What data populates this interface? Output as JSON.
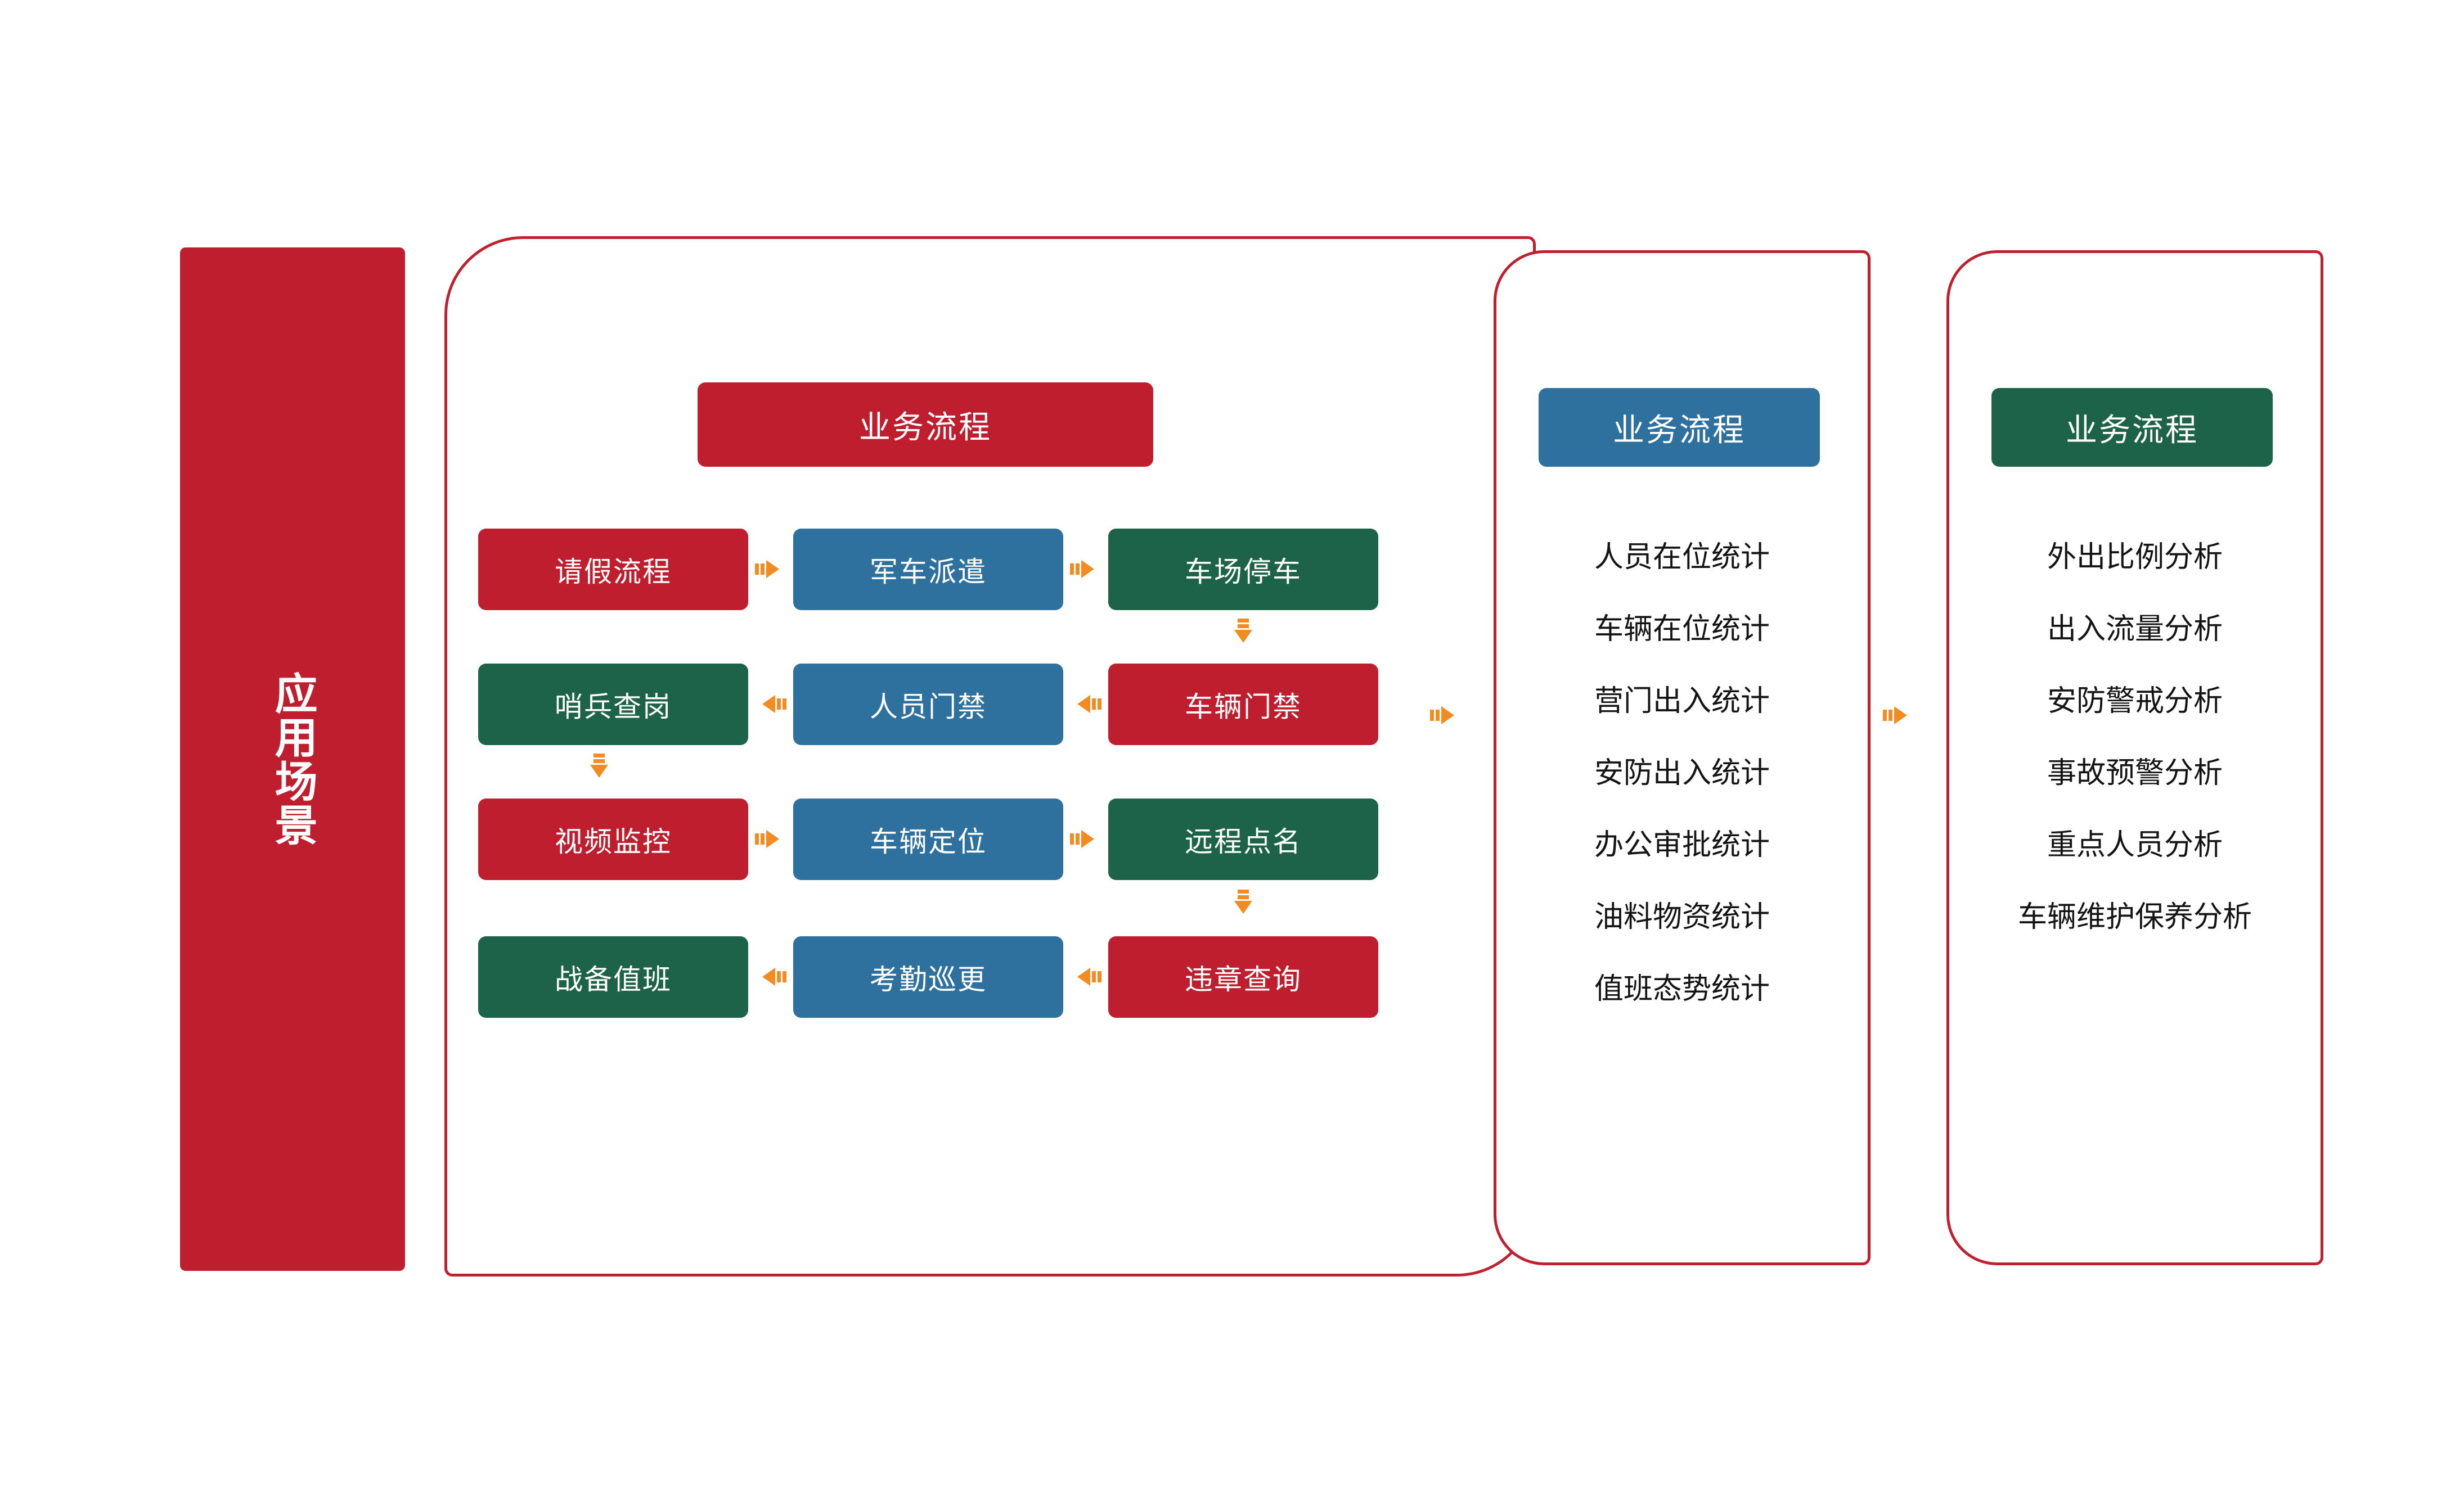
{
  "banner": {
    "label": "应用场景"
  },
  "panels": {
    "process": {
      "header": "业务流程",
      "rows": [
        [
          {
            "label": "请假流程",
            "color": "red"
          },
          {
            "label": "军车派遣",
            "color": "blue"
          },
          {
            "label": "车场停车",
            "color": "green"
          }
        ],
        [
          {
            "label": "哨兵查岗",
            "color": "green"
          },
          {
            "label": "人员门禁",
            "color": "blue"
          },
          {
            "label": "车辆门禁",
            "color": "red"
          }
        ],
        [
          {
            "label": "视频监控",
            "color": "red"
          },
          {
            "label": "车辆定位",
            "color": "blue"
          },
          {
            "label": "远程点名",
            "color": "green"
          }
        ],
        [
          {
            "label": "战备值班",
            "color": "green"
          },
          {
            "label": "考勤巡更",
            "color": "blue"
          },
          {
            "label": "违章查询",
            "color": "red"
          }
        ]
      ]
    },
    "stats": {
      "header": "业务流程",
      "items": [
        "人员在位统计",
        "车辆在位统计",
        "营门出入统计",
        "安防出入统计",
        "办公审批统计",
        "油料物资统计",
        "值班态势统计"
      ]
    },
    "analysis": {
      "header": "业务流程",
      "items": [
        "外出比例分析",
        "出入流量分析",
        "安防警戒分析",
        "事故预警分析",
        "重点人员分析",
        "车辆维护保养分析"
      ]
    }
  },
  "icons": {
    "arrow_right": "arrow-right-icon",
    "arrow_left": "arrow-left-icon",
    "arrow_down": "arrow-down-icon"
  },
  "colors": {
    "red": "#BE1E2E",
    "blue": "#2F719E",
    "green": "#1D6349",
    "arrow_orange": "#F18B22",
    "outline_red": "#C0202E",
    "text_dark": "#141414",
    "background": "#FFFFFF"
  }
}
